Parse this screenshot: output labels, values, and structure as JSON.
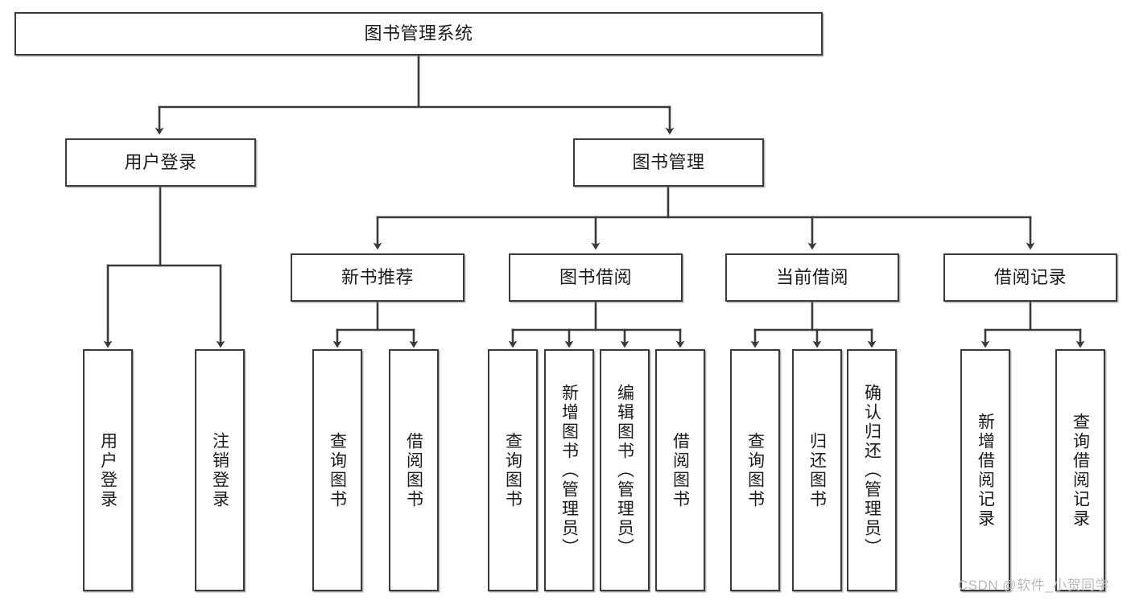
{
  "diagram": {
    "title": "图书管理系统",
    "type": "tree",
    "watermark": "CSDN @软件_小贺同学",
    "colors": {
      "stroke": "#3a3a3a",
      "fill": "#ffffff",
      "text": "#1b1b1b",
      "watermark": "#b9b9b9"
    },
    "nodes": {
      "root": {
        "label": "图书管理系统"
      },
      "level2": [
        {
          "id": "user-login",
          "label": "用户登录"
        },
        {
          "id": "book-manage",
          "label": "图书管理"
        }
      ],
      "level3": [
        {
          "id": "new-book-recommend",
          "label": "新书推荐"
        },
        {
          "id": "book-borrow",
          "label": "图书借阅"
        },
        {
          "id": "current-borrow",
          "label": "当前借阅"
        },
        {
          "id": "borrow-record",
          "label": "借阅记录"
        }
      ],
      "leaves": [
        {
          "id": "leaf-user-login",
          "label": "用户登录",
          "parent": "user-login"
        },
        {
          "id": "leaf-logout-login",
          "label": "注销登录",
          "parent": "user-login"
        },
        {
          "id": "leaf-query-book-1",
          "label": "查询图书",
          "parent": "new-book-recommend"
        },
        {
          "id": "leaf-borrow-book-1",
          "label": "借阅图书",
          "parent": "new-book-recommend"
        },
        {
          "id": "leaf-query-book-2",
          "label": "查询图书",
          "parent": "book-borrow"
        },
        {
          "id": "leaf-add-book",
          "label": "新增图书（管理员）",
          "parent": "book-borrow"
        },
        {
          "id": "leaf-edit-book",
          "label": "编辑图书（管理员）",
          "parent": "book-borrow"
        },
        {
          "id": "leaf-borrow-book-2",
          "label": "借阅图书",
          "parent": "book-borrow"
        },
        {
          "id": "leaf-query-book-3",
          "label": "查询图书",
          "parent": "current-borrow"
        },
        {
          "id": "leaf-return-book",
          "label": "归还图书",
          "parent": "current-borrow"
        },
        {
          "id": "leaf-confirm-return",
          "label": "确认归还（管理员）",
          "parent": "current-borrow"
        },
        {
          "id": "leaf-add-record",
          "label": "新增借阅记录",
          "parent": "borrow-record"
        },
        {
          "id": "leaf-query-record",
          "label": "查询借阅记录",
          "parent": "borrow-record"
        }
      ]
    }
  }
}
